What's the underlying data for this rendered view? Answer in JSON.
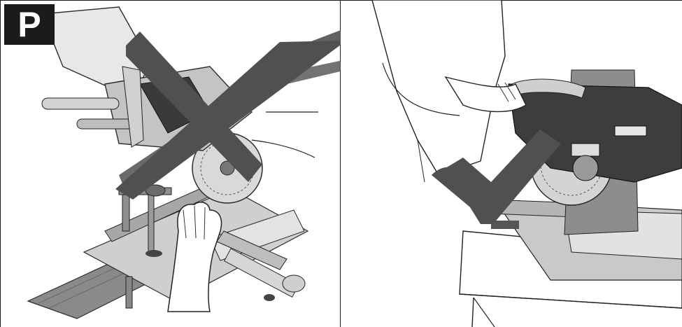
{
  "figure": {
    "label": "P",
    "panels": [
      {
        "id": "wrong",
        "mark": "cross",
        "mark_color": "#505050"
      },
      {
        "id": "right",
        "mark": "check",
        "mark_color": "#505050"
      }
    ]
  },
  "colors": {
    "frame": "#1a1a1a",
    "mark": "#505050",
    "saw_body": "#bdbdbd",
    "saw_dark": "#3a3a3a",
    "wood": "#8a8a8a"
  }
}
